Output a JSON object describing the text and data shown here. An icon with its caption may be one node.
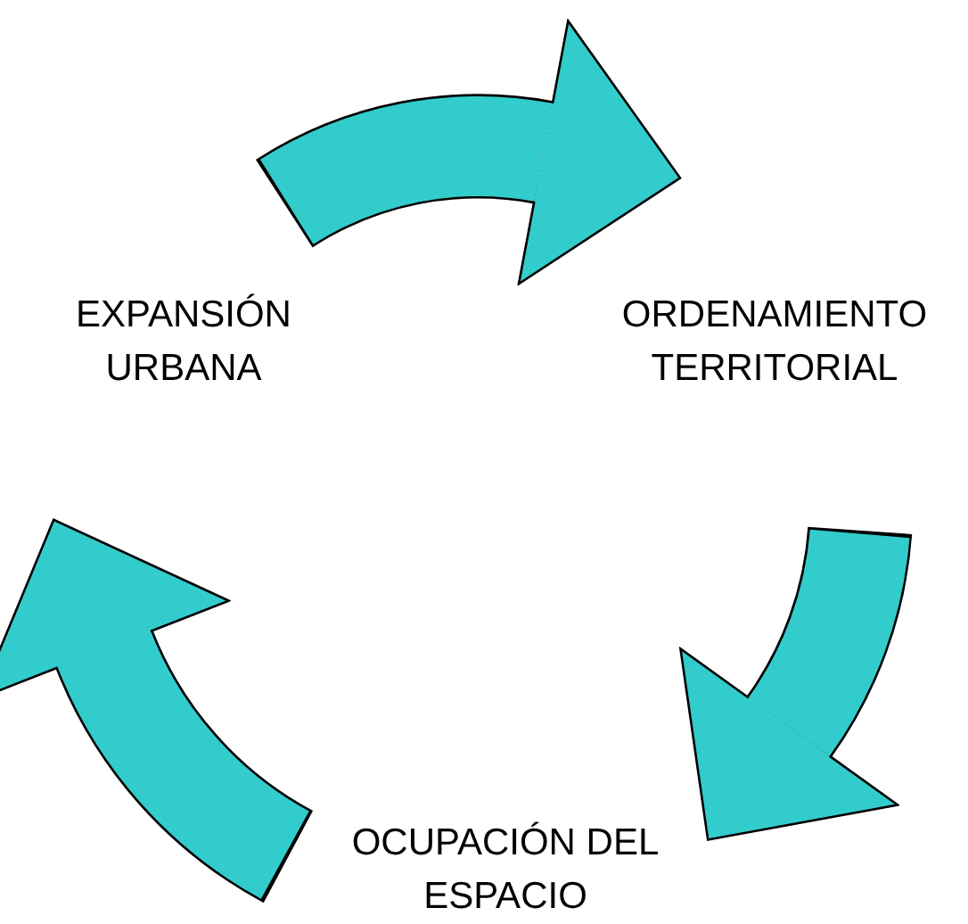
{
  "diagram": {
    "nodes": [
      {
        "text": [
          "EXPANSIÓN URBANA"
        ]
      },
      {
        "text": [
          "ORDENAMIENTO TERRITORIAL"
        ]
      },
      {
        "text": [
          "OCUPACIÓN DEL ESPACIO"
        ]
      }
    ],
    "edges": [
      {
        "from": 0,
        "to": 1,
        "arrow": "to"
      },
      {
        "from": 1,
        "to": 2,
        "arrow": "to"
      },
      {
        "from": 2,
        "to": 0,
        "arrow": "to"
      }
    ]
  }
}
